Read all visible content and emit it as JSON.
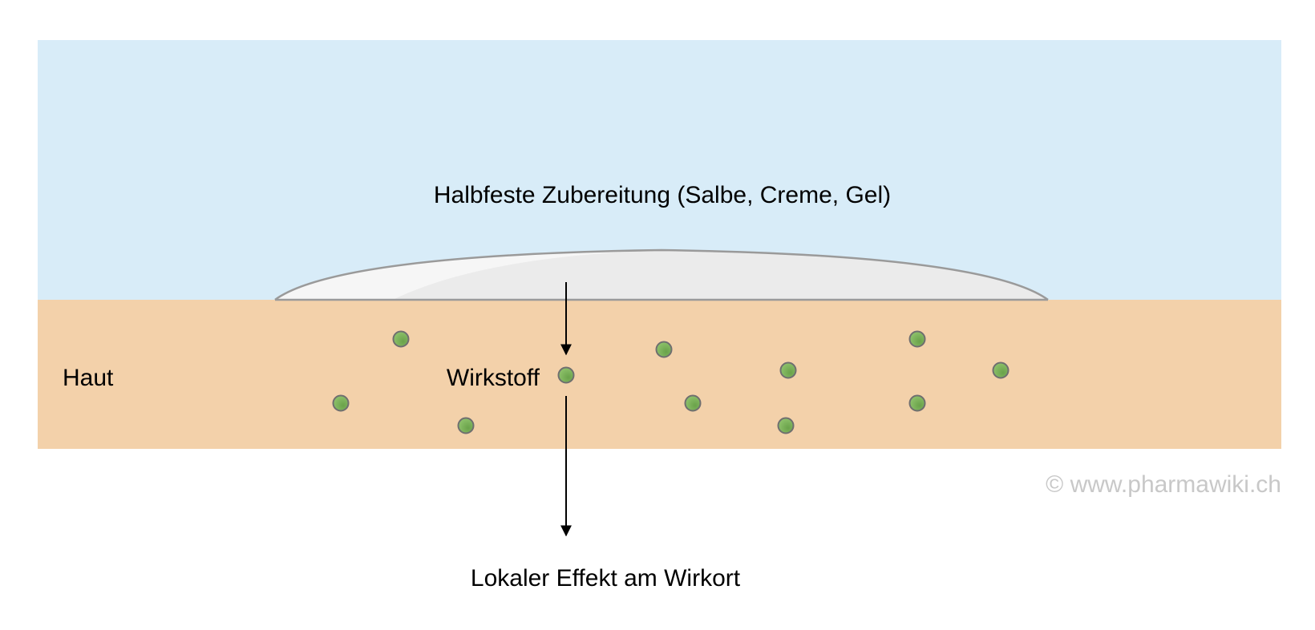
{
  "labels": {
    "preparation": "Halbfeste Zubereitung (Salbe, Creme, Gel)",
    "skin": "Haut",
    "active_ingredient": "Wirkstoff",
    "effect": "Lokaler Effekt am Wirkort",
    "watermark": "© www.pharmawiki.ch"
  },
  "colors": {
    "background_top": "#d8ecf8",
    "skin": "#f3d1aa",
    "preparation_fill": "#ebebeb",
    "particle": "#7db45d",
    "watermark": "#c8c8c8"
  },
  "particle_count": 11
}
